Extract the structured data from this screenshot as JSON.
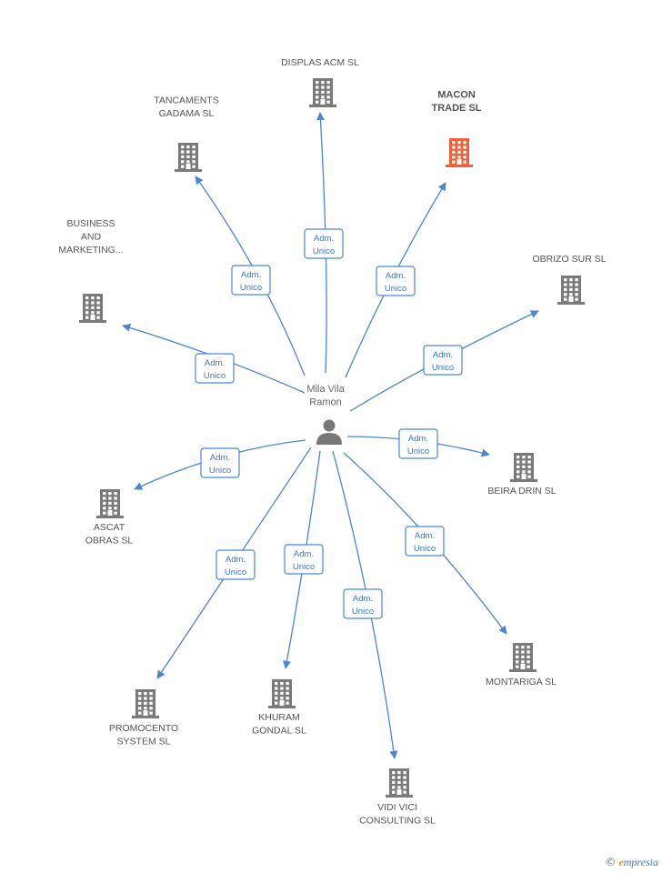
{
  "colors": {
    "edge": "#4a86d4",
    "building": "#7a7a7a",
    "highlight": "#f0603a",
    "person": "#777777",
    "label_border": "#4a86d4"
  },
  "person": {
    "name_lines": [
      "Mila Vila",
      "Ramon"
    ],
    "icon": "person-icon"
  },
  "edge_label": [
    "Adm.",
    "Unico"
  ],
  "companies": [
    {
      "id": "displas-acm",
      "label_lines": [
        "DISPLAS ACM SL"
      ],
      "highlight": false
    },
    {
      "id": "macon-trade",
      "label_lines": [
        "MACON",
        "TRADE SL"
      ],
      "highlight": true
    },
    {
      "id": "tancaments-gadama",
      "label_lines": [
        "TANCAMENTS",
        "GADAMA SL"
      ],
      "highlight": false
    },
    {
      "id": "business-and-marketing",
      "label_lines": [
        "BUSINESS",
        "AND",
        "MARKETING..."
      ],
      "highlight": false
    },
    {
      "id": "obrizo-sur",
      "label_lines": [
        "OBRIZO SUR SL"
      ],
      "highlight": false
    },
    {
      "id": "beira-drin",
      "label_lines": [
        "BEIRA DRIN SL"
      ],
      "highlight": false
    },
    {
      "id": "ascat-obras",
      "label_lines": [
        "ASCAT",
        "OBRAS SL"
      ],
      "highlight": false
    },
    {
      "id": "montariga",
      "label_lines": [
        "MONTARIGA SL"
      ],
      "highlight": false
    },
    {
      "id": "promocento-system",
      "label_lines": [
        "PROMOCENTO",
        "SYSTEM SL"
      ],
      "highlight": false
    },
    {
      "id": "khuram-gondal",
      "label_lines": [
        "KHURAM",
        "GONDAL SL"
      ],
      "highlight": false
    },
    {
      "id": "vidi-vici-consulting",
      "label_lines": [
        "VIDI VICI",
        "CONSULTING SL"
      ],
      "highlight": false
    }
  ],
  "footer": {
    "copyright_symbol": "©",
    "brand_initial": "e",
    "brand_rest": "mpresia"
  }
}
